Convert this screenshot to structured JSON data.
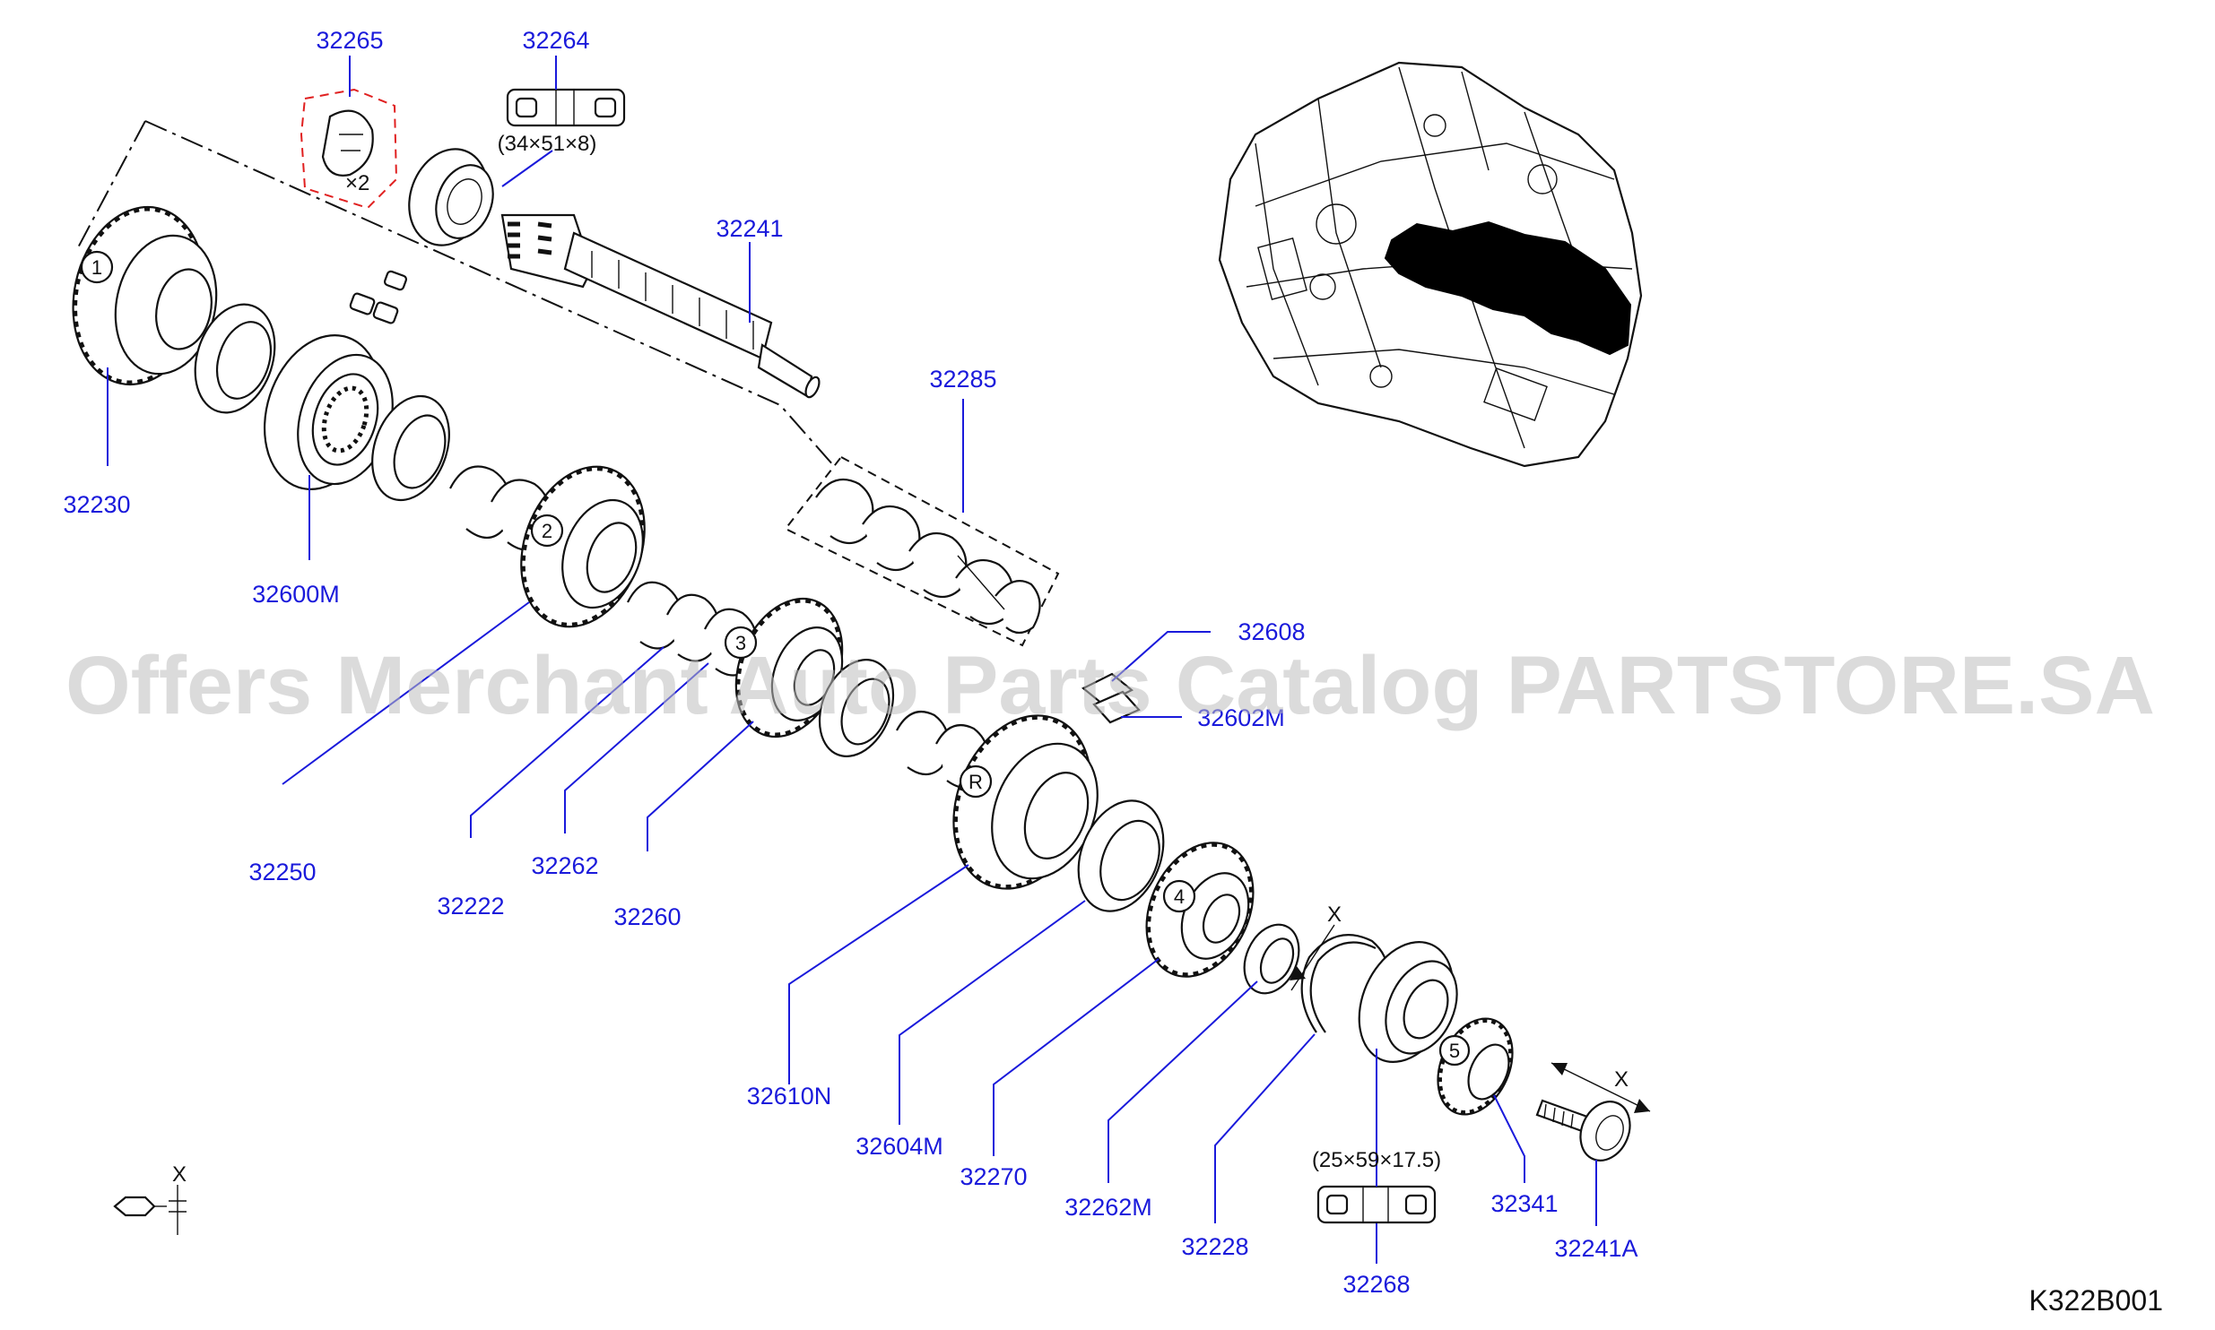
{
  "watermark": "Offers Merchant Auto Parts Catalog PARTSTORE.SA",
  "diagram_code": "K322B001",
  "colors": {
    "part_label": "#1a1adb",
    "ink": "#111111",
    "highlight_dash": "#e02020",
    "watermark": "#bdbdbd"
  },
  "parts": {
    "p32265": "32265",
    "p32264": "32264",
    "p32241": "32241",
    "p32230": "32230",
    "p32600M": "32600M",
    "p32285": "32285",
    "p32250": "32250",
    "p32222": "32222",
    "p32262": "32262",
    "p32260": "32260",
    "p32608": "32608",
    "p32602M": "32602M",
    "p32610N": "32610N",
    "p32604M": "32604M",
    "p32270": "32270",
    "p32262M": "32262M",
    "p32228": "32228",
    "p32268": "32268",
    "p32341": "32341",
    "p32241A": "32241A"
  },
  "dimensions": {
    "bearing_top": "(34×51×8)",
    "bearing_bottom": "(25×59×17.5)",
    "quantity": "×2",
    "x_mark": "X"
  },
  "gear_numbers": {
    "g1": "1",
    "g2": "2",
    "g3": "3",
    "gR": "R",
    "g4": "4",
    "g5": "5"
  }
}
